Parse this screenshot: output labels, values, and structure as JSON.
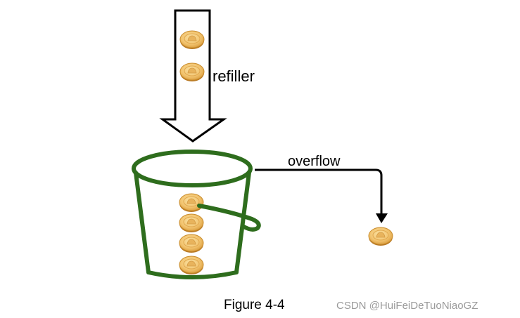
{
  "labels": {
    "refiller": "refiller",
    "overflow": "overflow",
    "caption": "Figure 4-4",
    "watermark": "CSDN @HuiFeiDeTuoNiaoGZ"
  },
  "colors": {
    "bucket": "#2e6d1d",
    "arrow": "#000000",
    "coin_fill": "#f2c470",
    "coin_edge": "#c98c2c",
    "watermark": "#9a9a9a"
  },
  "icons": {
    "coin": "coin-icon"
  }
}
